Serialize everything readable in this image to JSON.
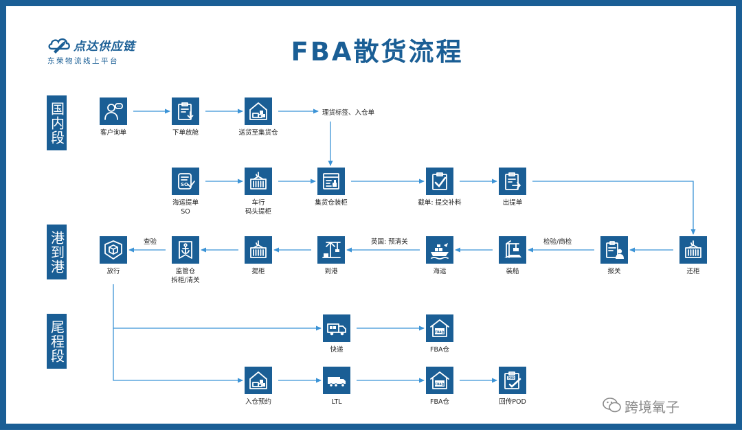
{
  "brand": {
    "name": "点达供应链",
    "tagline": "东荣物流线上平台"
  },
  "title": "FBA散货流程",
  "colors": {
    "primary": "#1a5e95",
    "frame": "#1a5e95",
    "line": "#3b93d6"
  },
  "stages": [
    {
      "id": "domestic",
      "label": "国内段"
    },
    {
      "id": "port",
      "label": "港到港"
    },
    {
      "id": "tail",
      "label": "尾程段"
    }
  ],
  "nodes": [
    {
      "id": "inquiry",
      "label": "客户询单",
      "icon": "customer-chat-icon"
    },
    {
      "id": "booking",
      "label": "下单放舱",
      "icon": "clipboard-down-icon"
    },
    {
      "id": "deliver",
      "label": "送货至集货仓",
      "icon": "warehouse-truck-icon"
    },
    {
      "id": "bl",
      "label": "海运提单\nSO",
      "icon": "so-document-icon"
    },
    {
      "id": "pickup",
      "label": "车行\n码头提柜",
      "icon": "container-hook-icon"
    },
    {
      "id": "load",
      "label": "集货仓装柜",
      "icon": "loading-terminal-icon"
    },
    {
      "id": "cutoff",
      "label": "截单: 提交补料",
      "icon": "clipboard-check-icon"
    },
    {
      "id": "issue",
      "label": "出提单",
      "icon": "clipboard-out-icon"
    },
    {
      "id": "return",
      "label": "还柜",
      "icon": "container-hook-icon"
    },
    {
      "id": "customs",
      "label": "报关",
      "icon": "customs-officer-icon"
    },
    {
      "id": "shipping",
      "label": "装船",
      "icon": "port-crane-icon"
    },
    {
      "id": "sea",
      "label": "海运",
      "icon": "cargo-ship-icon"
    },
    {
      "id": "arrival",
      "label": "到港",
      "icon": "dock-crane-icon"
    },
    {
      "id": "collect",
      "label": "提柜",
      "icon": "container-hook-icon"
    },
    {
      "id": "bonded",
      "label": "监管仓\n拆柜/清关",
      "icon": "anchor-document-icon"
    },
    {
      "id": "release",
      "label": "放行",
      "icon": "cube-shield-icon"
    },
    {
      "id": "express",
      "label": "快递",
      "icon": "delivery-van-icon"
    },
    {
      "id": "fba1",
      "label": "FBA仓",
      "icon": "fba-warehouse-icon",
      "badge": "FBA仓"
    },
    {
      "id": "appt",
      "label": "入仓预约",
      "icon": "warehouse-truck-icon"
    },
    {
      "id": "ltl",
      "label": "LTL",
      "icon": "freight-truck-icon"
    },
    {
      "id": "fba2",
      "label": "FBA仓",
      "icon": "fba-warehouse-icon",
      "badge": "FBA仓"
    },
    {
      "id": "pod",
      "label": "回传POD",
      "icon": "pod-clipboard-icon",
      "badge": "POD"
    }
  ],
  "edge_labels": {
    "label_sort": "理货标签、入仓单",
    "uk_preclear": "英国: 预清关",
    "inspection": "检验/商检",
    "check": "查验"
  },
  "watermark": "跨境氧子"
}
